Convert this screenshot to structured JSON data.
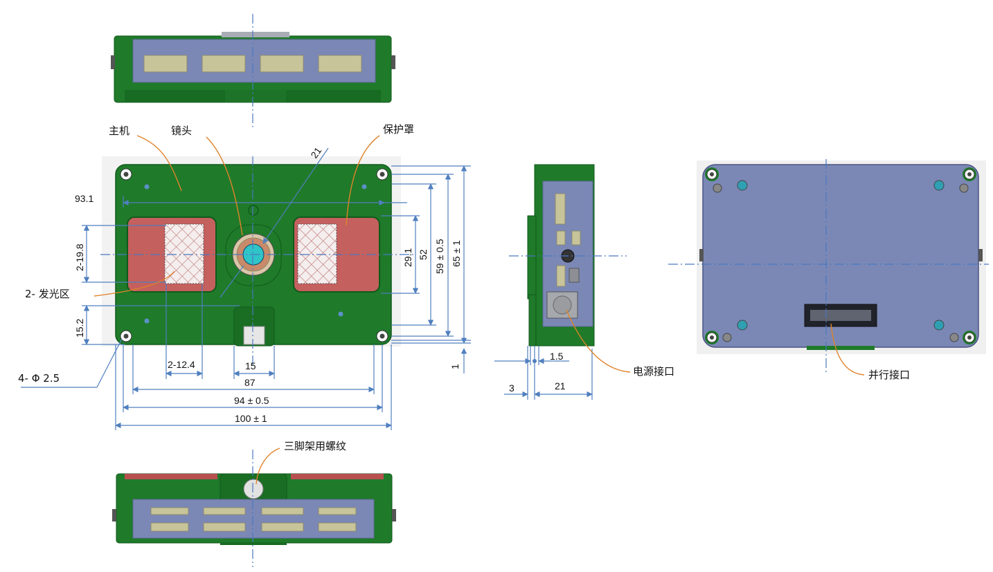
{
  "labels": {
    "host": "主机",
    "lens": "镜头",
    "cover": "保护罩",
    "emit": "2- 发光区",
    "hole": "4- Φ 2.5",
    "power": "电源接口",
    "parallel": "并行接口",
    "tripod": "三脚架用螺纹"
  },
  "dims": {
    "d931": "93.1",
    "d198": "2-19.8",
    "d152": "15.2",
    "d124": "2-12.4",
    "d15": "15",
    "d87": "87",
    "d94": "94 ± 0.5",
    "d100": "100 ± 1",
    "d21diag": "21",
    "d291": "29.1",
    "d52": "52",
    "d59": "59 ± 0.5",
    "d65": "65 ± 1",
    "d1": "1",
    "d15s": "1.5",
    "d3": "3",
    "d21": "21"
  },
  "colors": {
    "pcb_green": "#1f7a2a",
    "pcb_dark": "#0f5a1a",
    "cover_blue": "#7b88b5",
    "emitter_red": "#c4605e",
    "lens_cyan": "#2fc4c8",
    "dim_line": "#4f7fbf",
    "leader": "#e0832a"
  }
}
